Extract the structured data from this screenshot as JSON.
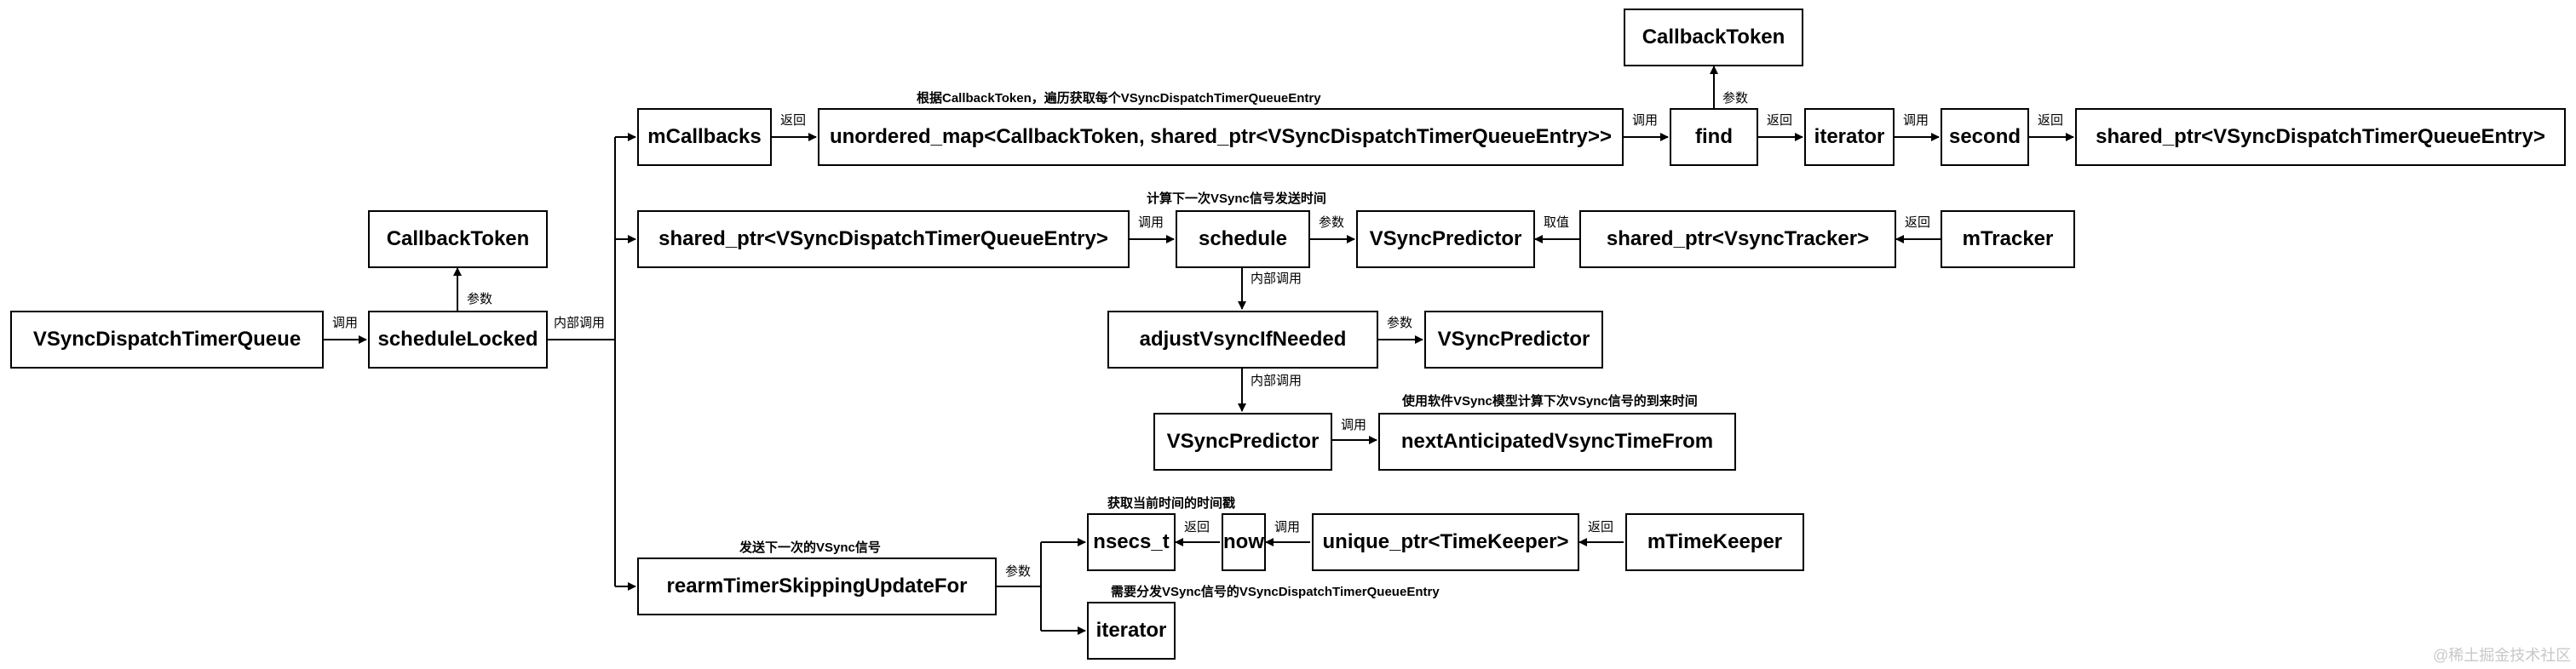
{
  "nodes": {
    "vsync_dispatch_timer_queue": "VSyncDispatchTimerQueue",
    "schedule_locked": "scheduleLocked",
    "callback_token_param": "CallbackToken",
    "m_callbacks": "mCallbacks",
    "unordered_map": "unordered_map<CallbackToken, shared_ptr<VSyncDispatchTimerQueueEntry>>",
    "find": "find",
    "callback_token_find": "CallbackToken",
    "iterator_find": "iterator",
    "second": "second",
    "shared_ptr_entry_result": "shared_ptr<VSyncDispatchTimerQueueEntry>",
    "shared_ptr_entry": "shared_ptr<VSyncDispatchTimerQueueEntry>",
    "schedule": "schedule",
    "vsync_predictor_schedule": "VSyncPredictor",
    "shared_ptr_tracker": "shared_ptr<VsyncTracker>",
    "m_tracker": "mTracker",
    "adjust_vsync": "adjustVsyncIfNeeded",
    "vsync_predictor_adjust": "VSyncPredictor",
    "vsync_predictor_next": "VSyncPredictor",
    "next_anticipated": "nextAnticipatedVsyncTimeFrom",
    "rearm_timer": "rearmTimerSkippingUpdateFor",
    "nsecs_t": "nsecs_t",
    "now": "now",
    "unique_ptr_timekeeper": "unique_ptr<TimeKeeper>",
    "m_timekeeper": "mTimeKeeper",
    "iterator_rearm": "iterator"
  },
  "edge_labels": {
    "call_schedule_locked": "调用",
    "param_callback_token": "参数",
    "internal_call_branch": "内部调用",
    "return_m_callbacks": "返回",
    "call_find": "调用",
    "param_find": "参数",
    "return_find": "返回",
    "call_second": "调用",
    "return_second": "返回",
    "call_schedule": "调用",
    "param_schedule": "参数",
    "get_value": "取值",
    "return_tracker": "返回",
    "internal_call_adjust": "内部调用",
    "param_adjust": "参数",
    "internal_call_next": "内部调用",
    "call_next": "调用",
    "param_rearm": "参数",
    "return_now": "返回",
    "call_now": "调用",
    "return_timekeeper": "返回"
  },
  "notes": {
    "traverse": "根据CallbackToken，遍历获取每个VSyncDispatchTimerQueueEntry",
    "compute_next": "计算下一次VSync信号发送时间",
    "model_compute": "使用软件VSync模型计算下次VSync信号的到来时间",
    "get_timestamp": "获取当前时间的时间戳",
    "send_next": "发送下一次的VSync信号",
    "need_dispatch": "需要分发VSync信号的VSyncDispatchTimerQueueEntry"
  },
  "watermark": "@稀土掘金技术社区"
}
